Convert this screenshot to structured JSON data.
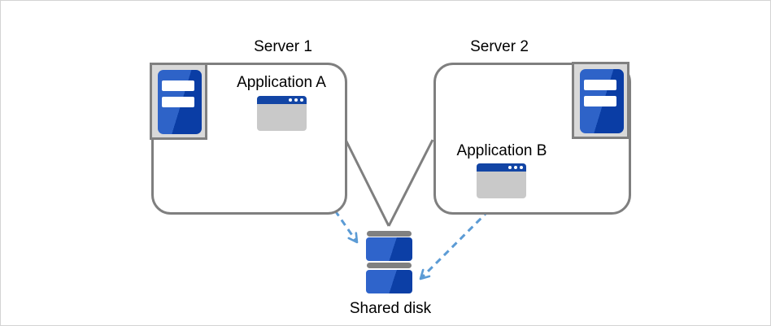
{
  "diagram": {
    "server1": {
      "label": "Server 1",
      "app": {
        "label": "Application A"
      }
    },
    "server2": {
      "label": "Server 2",
      "app": {
        "label": "Application B"
      }
    },
    "shared_disk": {
      "label": "Shared disk"
    },
    "colors": {
      "outline_gray": "#7f7f7f",
      "icon_frame_gray": "#d9d9d9",
      "icon_border_gray": "#808080",
      "server_blue_light": "#2e63c8",
      "server_blue_dark": "#0a3da5",
      "window_titlebar_blue": "#1245a5",
      "window_body_gray": "#c9c9c9",
      "disk_bar_gray": "#808080",
      "disk_blue_light": "#2f64cb",
      "disk_blue_dark": "#0c3fa6",
      "arrow_blue": "#5b9bd5",
      "text_color": "#000000",
      "canvas_border": "#d4d4d4"
    }
  }
}
